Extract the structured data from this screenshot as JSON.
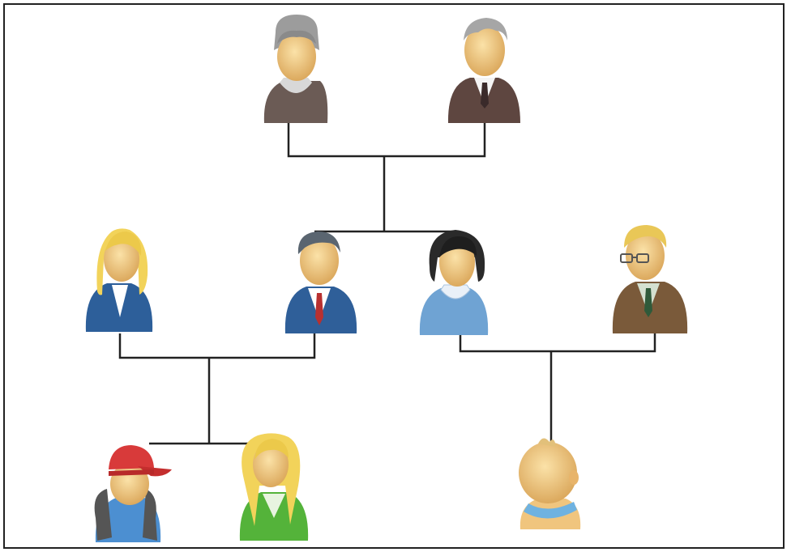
{
  "diagram": {
    "type": "family-tree",
    "members": [
      {
        "id": "grandmother",
        "icon": "grandmother-icon",
        "hair": "#9c9c9c",
        "clothes": "#6b5b55"
      },
      {
        "id": "grandfather",
        "icon": "grandfather-icon",
        "hair": "#a6a6a6",
        "clothes": "#5e4640"
      },
      {
        "id": "mother-blonde",
        "icon": "businesswoman-icon",
        "hair": "#f2d35a",
        "clothes": "#2d5f9a"
      },
      {
        "id": "father-businessman",
        "icon": "businessman-icon",
        "hair": "#5a6570",
        "clothes": "#2f5f99"
      },
      {
        "id": "mother-darkhair",
        "icon": "woman-icon",
        "hair": "#2a2a2a",
        "clothes": "#6fa3d3"
      },
      {
        "id": "father-glasses",
        "icon": "man-glasses-icon",
        "hair": "#e9c757",
        "clothes": "#7a5a3a"
      },
      {
        "id": "boy-cap",
        "icon": "boy-cap-icon",
        "hair": "#a0522d",
        "clothes": "#4c8fd1",
        "cap": "#d83a3a"
      },
      {
        "id": "girl",
        "icon": "girl-icon",
        "hair": "#f2d35a",
        "clothes": "#54b33a"
      },
      {
        "id": "baby",
        "icon": "baby-icon",
        "hair": "#e2c07a",
        "clothes": "#6fb2e0"
      }
    ],
    "relations": [
      {
        "parents": [
          "grandmother",
          "grandfather"
        ],
        "children": [
          "father-businessman",
          "mother-darkhair"
        ]
      },
      {
        "parents": [
          "mother-blonde",
          "father-businessman"
        ],
        "children": [
          "boy-cap",
          "girl"
        ]
      },
      {
        "parents": [
          "mother-darkhair",
          "father-glasses"
        ],
        "children": [
          "baby"
        ]
      }
    ]
  },
  "colors": {
    "line": "#222222",
    "skin": "#f0c57e",
    "skin_shadow": "#c9944a",
    "border": "#222222"
  }
}
